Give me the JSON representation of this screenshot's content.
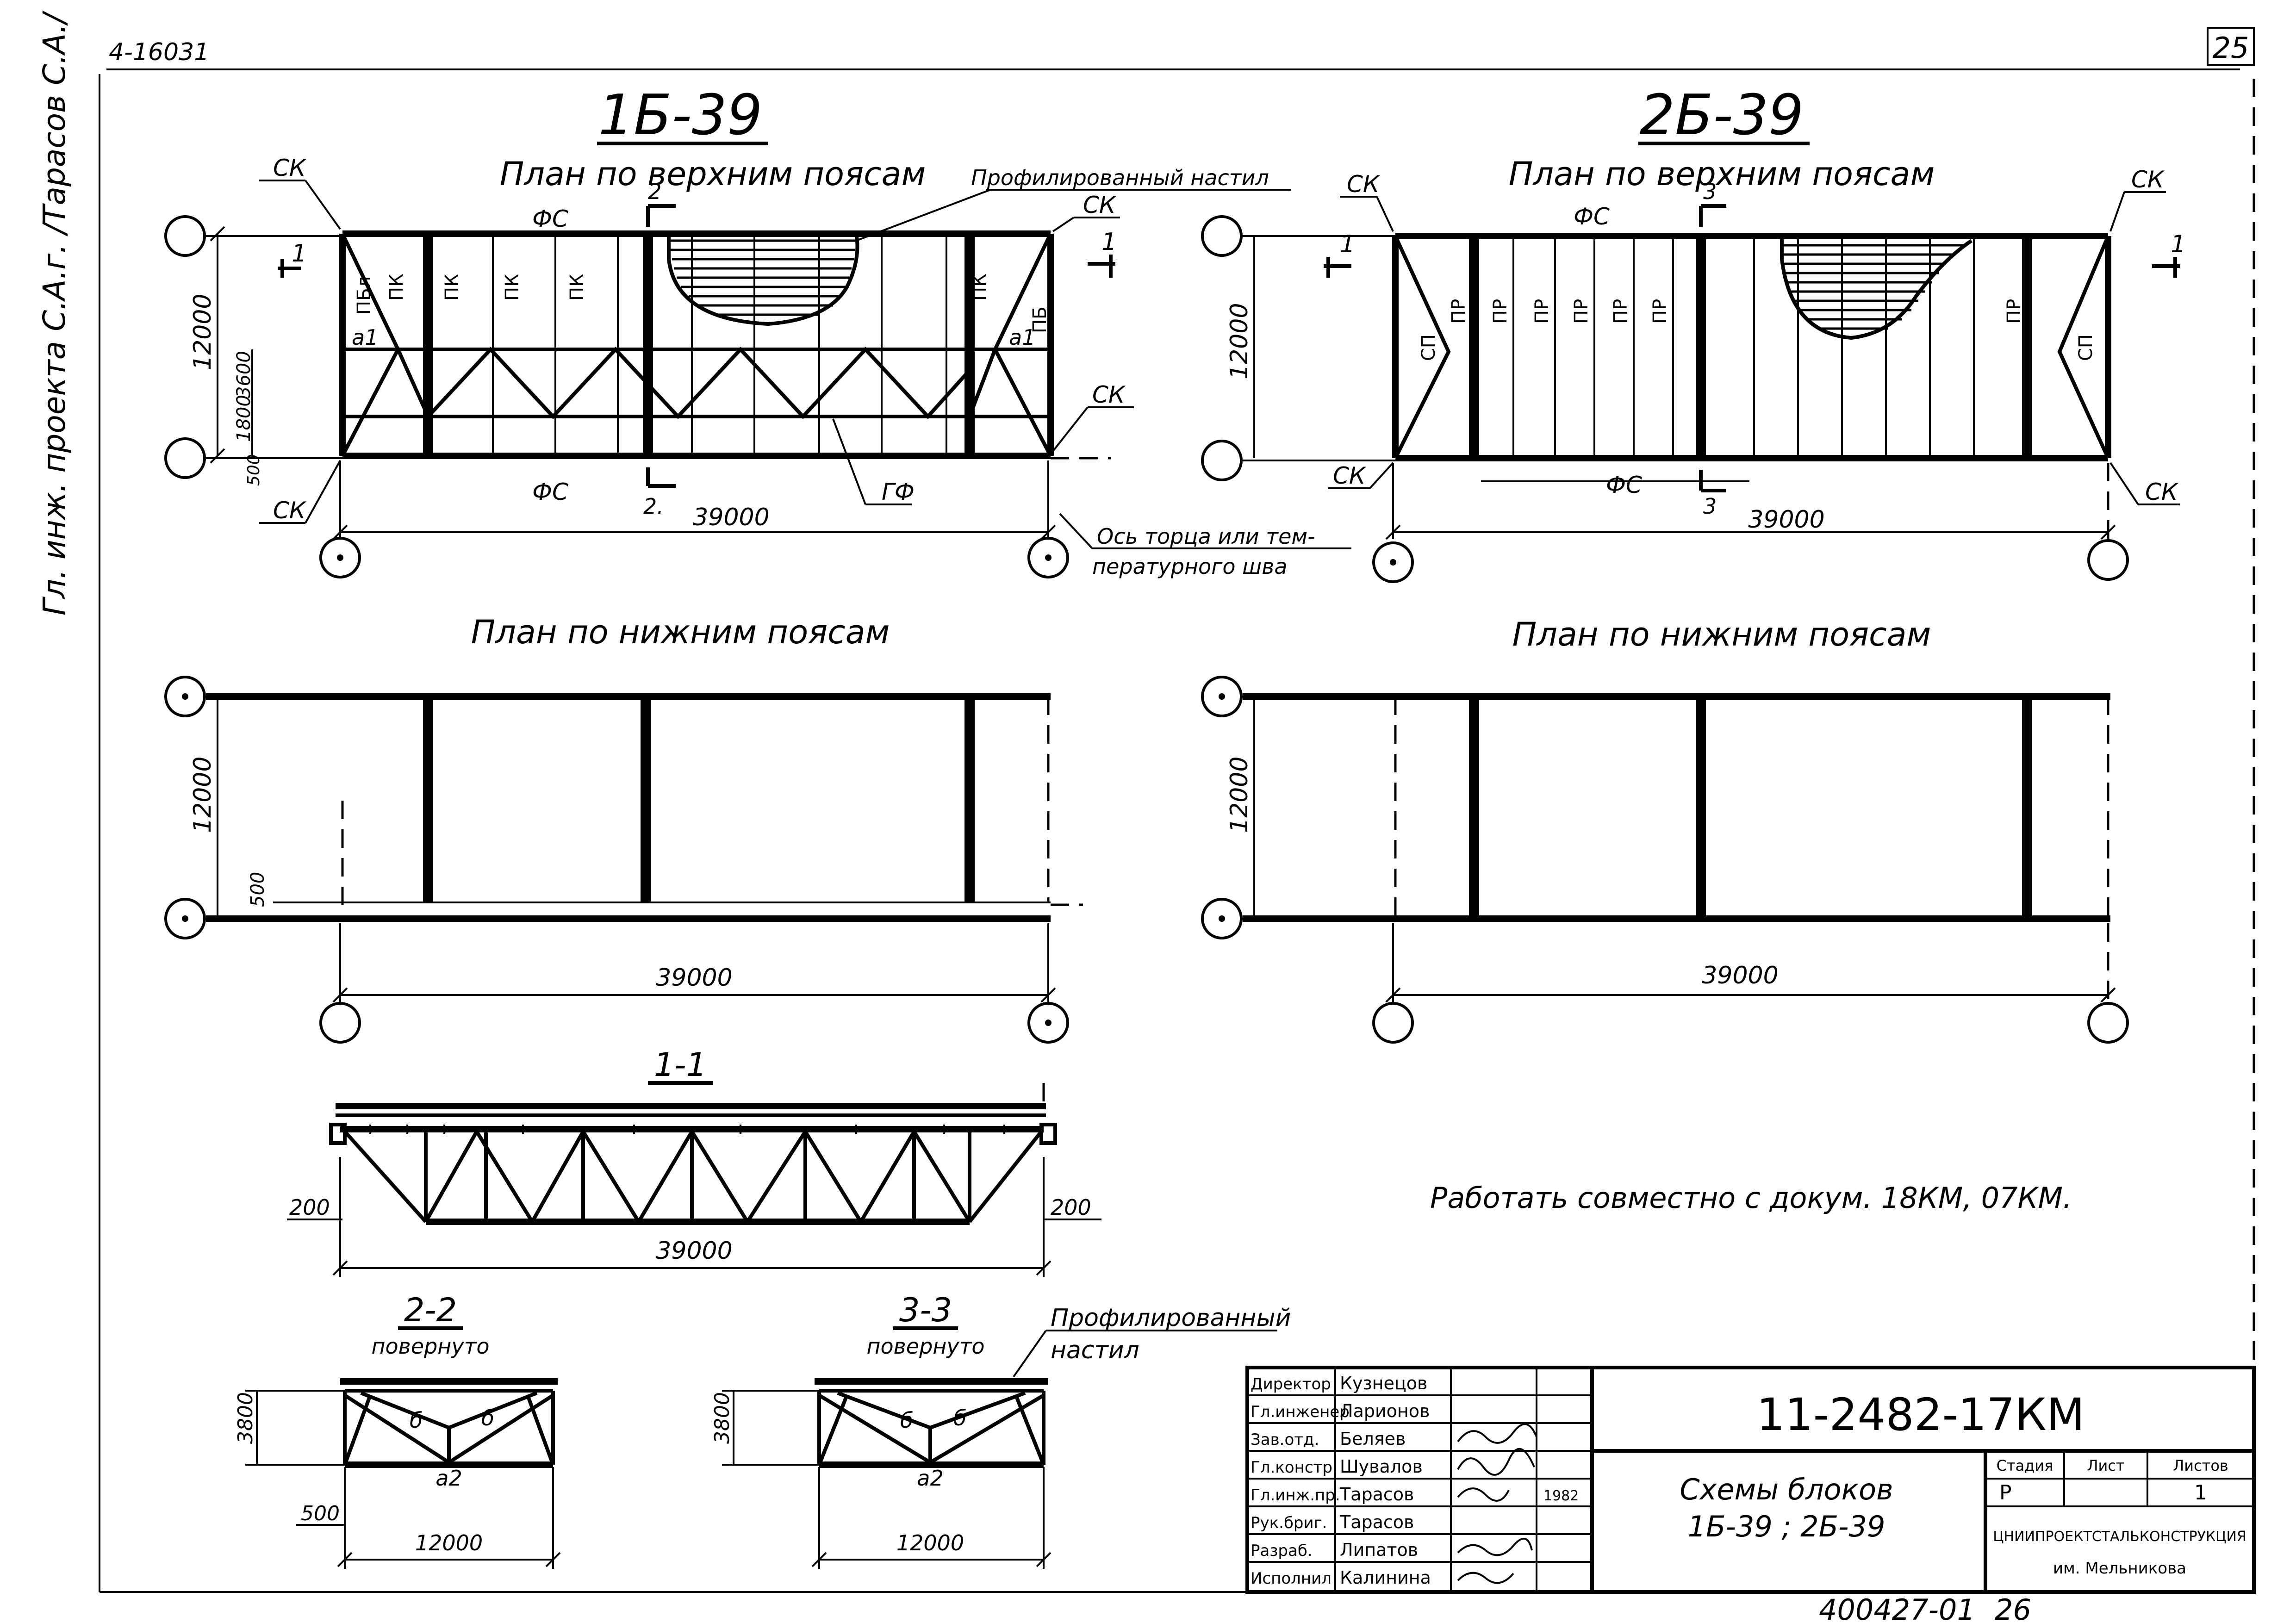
{
  "sheet": {
    "page_number": "25",
    "doc_code_margin": "4-16031",
    "margin_note": "Гл. инж. проекта С.А.г. /Тарасов С.А./",
    "bottom_code": "400427-01",
    "bottom_page": "26"
  },
  "block_1b": {
    "title": "1Б-39",
    "top_plan_title": "План по верхним поясам",
    "bottom_plan_title": "План по нижним поясам",
    "deck_label": "Профилированный настил",
    "axis_note_line1": "Ось торца или тем-",
    "axis_note_line2": "пературного шва",
    "labels": {
      "ck": "СК",
      "fc": "ФС",
      "gf": "ГФ",
      "pk": "ПК",
      "pbl": "ПБл",
      "pb": "ПБ",
      "a1": "а1",
      "cut1": "1",
      "cut2": "2",
      "cut2b": "2."
    },
    "dims": {
      "span": "39000",
      "height": "12000",
      "d3600": "3600",
      "d1800": "1800",
      "d500": "500"
    }
  },
  "block_2b": {
    "title": "2Б-39",
    "top_plan_title": "План по верхним поясам",
    "bottom_plan_title": "План по нижним поясам",
    "labels": {
      "ck": "СК",
      "fc": "ФС",
      "pr": "ПР",
      "cp": "СП",
      "cut1": "1",
      "cut3": "3"
    },
    "dims": {
      "span": "39000",
      "height": "12000"
    }
  },
  "section_1_1": {
    "title": "1-1",
    "dim_left": "200",
    "dim_right": "200",
    "span": "39000"
  },
  "section_2_2": {
    "title": "2-2",
    "subtitle": "повернуто",
    "dim_h": "3800",
    "dim_500": "500",
    "width": "12000",
    "label_a2": "а2",
    "label_b": "б"
  },
  "section_3_3": {
    "title": "3-3",
    "subtitle": "повернуто",
    "dim_h": "3800",
    "width": "12000",
    "label_a2": "а2",
    "label_b": "б",
    "deck_line1": "Профилированный",
    "deck_line2": "настил"
  },
  "note": "Работать совместно с докум. 18КМ, 07КМ.",
  "title_block": {
    "rows": [
      {
        "role": "Директор",
        "name": "Кузнецов"
      },
      {
        "role": "Гл.инженер",
        "name": "Ларионов"
      },
      {
        "role": "Зав.отд.",
        "name": "Беляев"
      },
      {
        "role": "Гл.констр.",
        "name": "Шувалов"
      },
      {
        "role": "Гл.инж.пр.",
        "name": "Тарасов"
      },
      {
        "role": "Рук.бриг.",
        "name": "Тарасов"
      },
      {
        "role": "Разраб.",
        "name": "Липатов"
      },
      {
        "role": "Исполнил",
        "name": "Калинина"
      }
    ],
    "date": "1982",
    "code": "11-2482-17КМ",
    "sheet_title_line1": "Схемы блоков",
    "sheet_title_line2": "1Б-39 ; 2Б-39",
    "stage_head": "Стадия",
    "sheet_head": "Лист",
    "sheets_head": "Листов",
    "stage": "Р",
    "sheets": "1",
    "org_line1": "ЦНИИПРОЕКТСТАЛЬКОНСТРУКЦИЯ",
    "org_line2": "им. Мельникова"
  }
}
